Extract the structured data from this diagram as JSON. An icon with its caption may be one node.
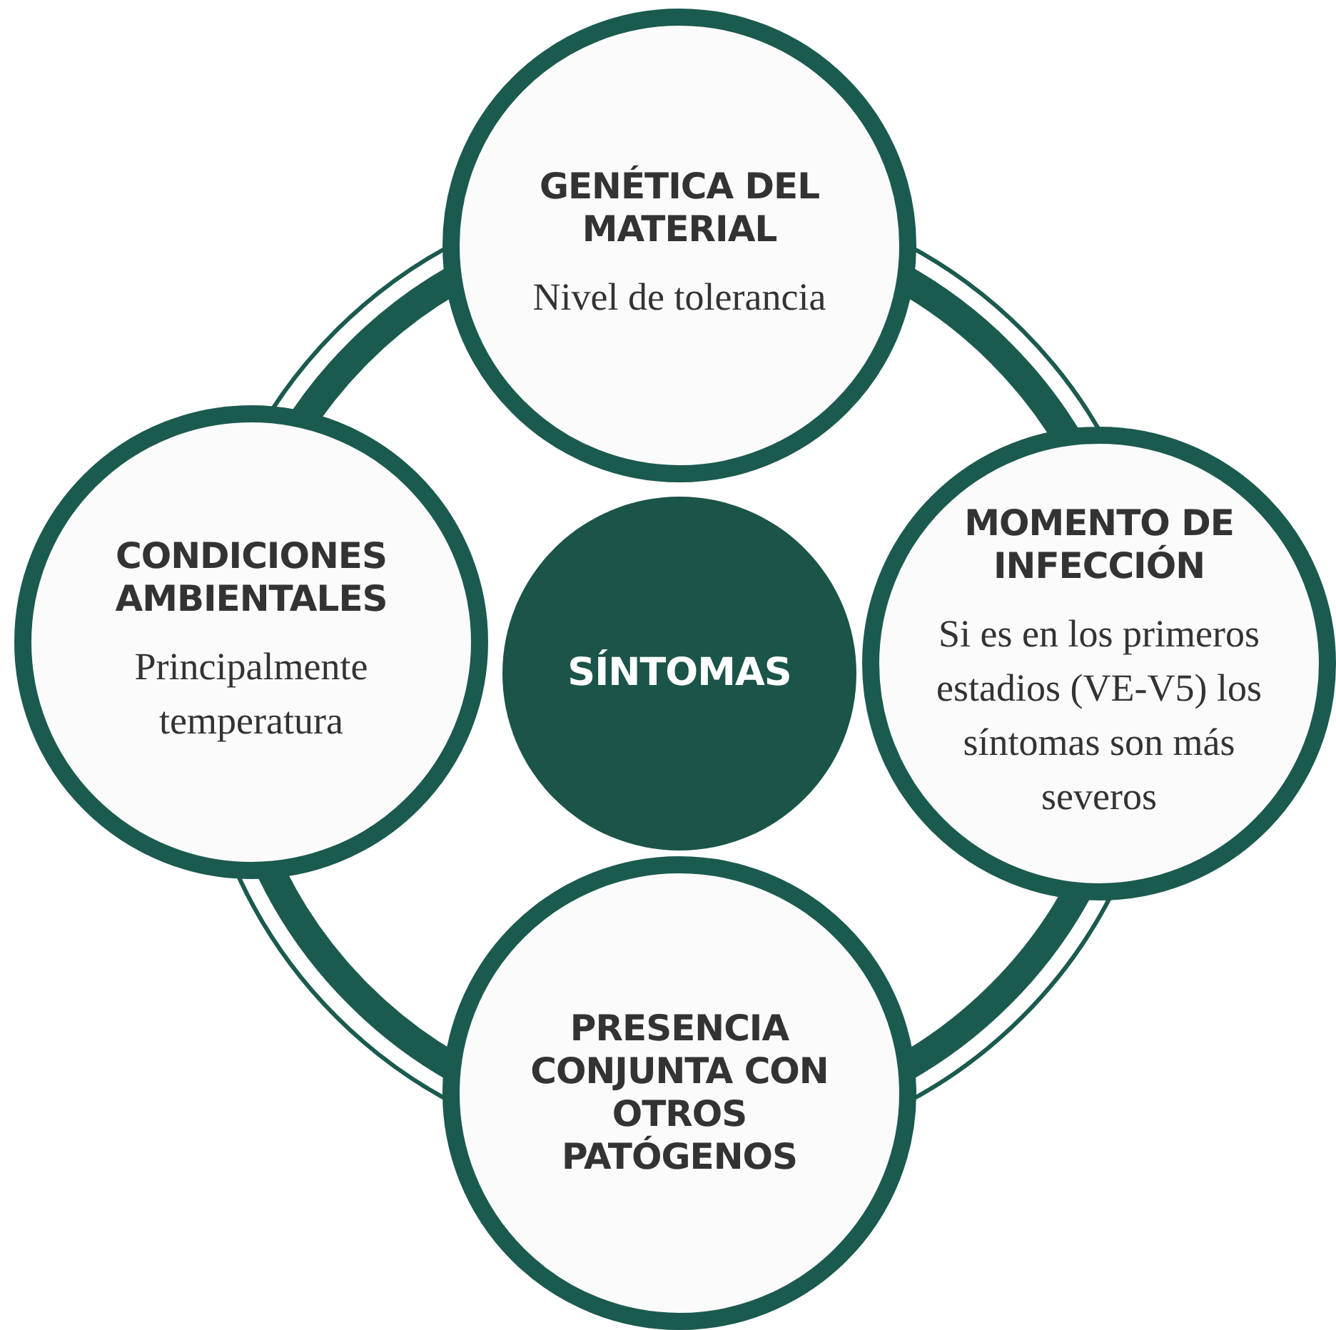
{
  "diagram": {
    "nodes": [
      {
        "text": [
          "GENÉTICA DEL MATERIAL",
          "Nivel de tolerancia"
        ]
      },
      {
        "text": [
          "CONDICIONES AMBIENTALES",
          "Principalmente temperatura"
        ]
      },
      {
        "text": [
          "SÍNTOMAS"
        ]
      },
      {
        "text": [
          "MOMENTO DE INFECCIÓN",
          "Si es en los primeros estadios (VE-V5) los síntomas son más severos"
        ]
      },
      {
        "text": [
          "PRESENCIA CONJUNTA CON OTROS PATÓGENOS"
        ]
      }
    ]
  }
}
